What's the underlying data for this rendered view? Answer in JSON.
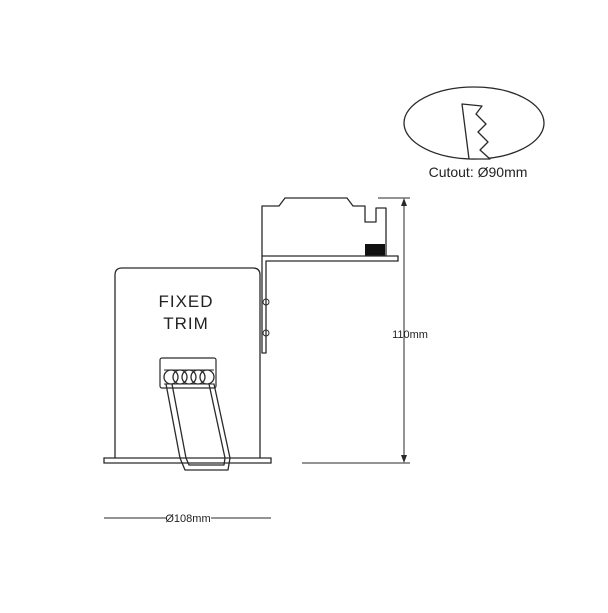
{
  "diagram": {
    "label_fixed": "FIXED",
    "label_trim": "TRIM",
    "cutout": "Cutout: Ø90mm",
    "height": "110mm",
    "diameter": "Ø108mm"
  }
}
